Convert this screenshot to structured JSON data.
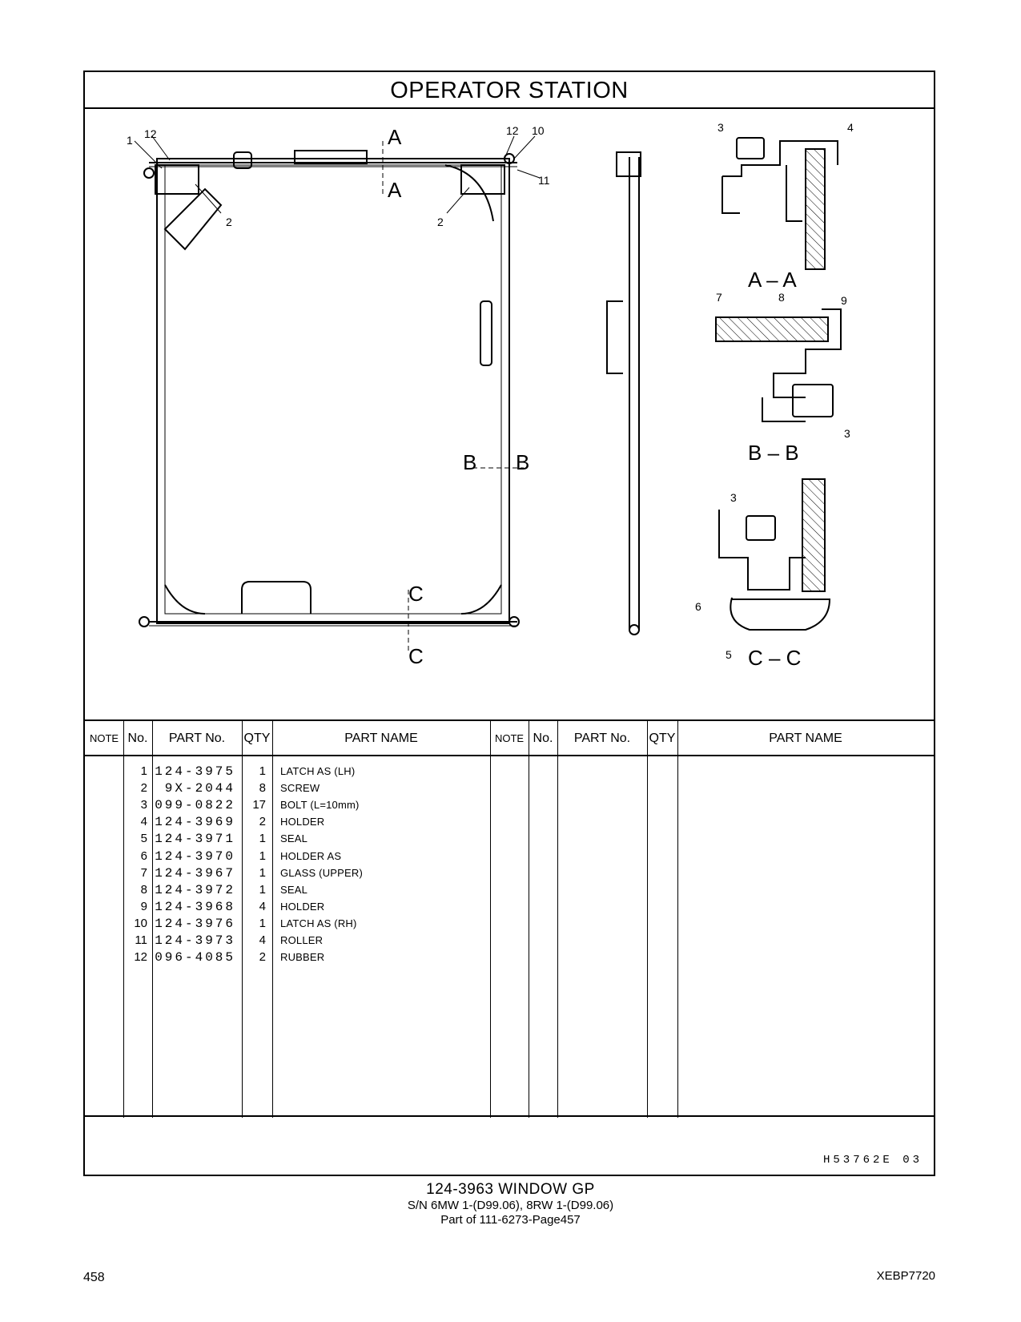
{
  "header": {
    "title": "OPERATOR   STATION"
  },
  "drawing": {
    "callouts_front": [
      "1",
      "12",
      "12",
      "10",
      "11",
      "2",
      "2"
    ],
    "section_marks": [
      "A",
      "A",
      "B",
      "B",
      "C",
      "C"
    ],
    "section_aa": {
      "label": "A – A",
      "callouts": [
        "3",
        "4"
      ]
    },
    "section_bb": {
      "label": "B – B",
      "callouts": [
        "7",
        "8",
        "9",
        "3"
      ]
    },
    "section_cc": {
      "label": "C – C",
      "callouts": [
        "3",
        "6",
        "5"
      ]
    }
  },
  "table": {
    "headers": [
      "NOTE",
      "No.",
      "PART No.",
      "QTY",
      "PART NAME",
      "NOTE",
      "No.",
      "PART No.",
      "QTY",
      "PART NAME"
    ],
    "rows": [
      {
        "no": "1",
        "part": "124-3975",
        "qty": "1",
        "name": "LATCH  AS (LH)"
      },
      {
        "no": "2",
        "part": "9X-2044",
        "qty": "8",
        "name": "SCREW"
      },
      {
        "no": "3",
        "part": "099-0822",
        "qty": "17",
        "name": "BOLT (L=10mm)"
      },
      {
        "no": "4",
        "part": "124-3969",
        "qty": "2",
        "name": "HOLDER"
      },
      {
        "no": "5",
        "part": "124-3971",
        "qty": "1",
        "name": "SEAL"
      },
      {
        "no": "6",
        "part": "124-3970",
        "qty": "1",
        "name": "HOLDER  AS"
      },
      {
        "no": "7",
        "part": "124-3967",
        "qty": "1",
        "name": "GLASS (UPPER)"
      },
      {
        "no": "8",
        "part": "124-3972",
        "qty": "1",
        "name": "SEAL"
      },
      {
        "no": "9",
        "part": "124-3968",
        "qty": "4",
        "name": "HOLDER"
      },
      {
        "no": "10",
        "part": "124-3976",
        "qty": "1",
        "name": "LATCH  AS (RH)"
      },
      {
        "no": "11",
        "part": "124-3973",
        "qty": "4",
        "name": "ROLLER"
      },
      {
        "no": "12",
        "part": "096-4085",
        "qty": "2",
        "name": "RUBBER"
      }
    ]
  },
  "footer": {
    "code": "H53762E   03",
    "group_title": "124-3963   WINDOW  GP",
    "serial": "S/N 6MW 1-(D99.06), 8RW 1-(D99.06)",
    "part_of": "Part of 111-6273-Page457",
    "page_number": "458",
    "doc_id": "XEBP7720"
  }
}
